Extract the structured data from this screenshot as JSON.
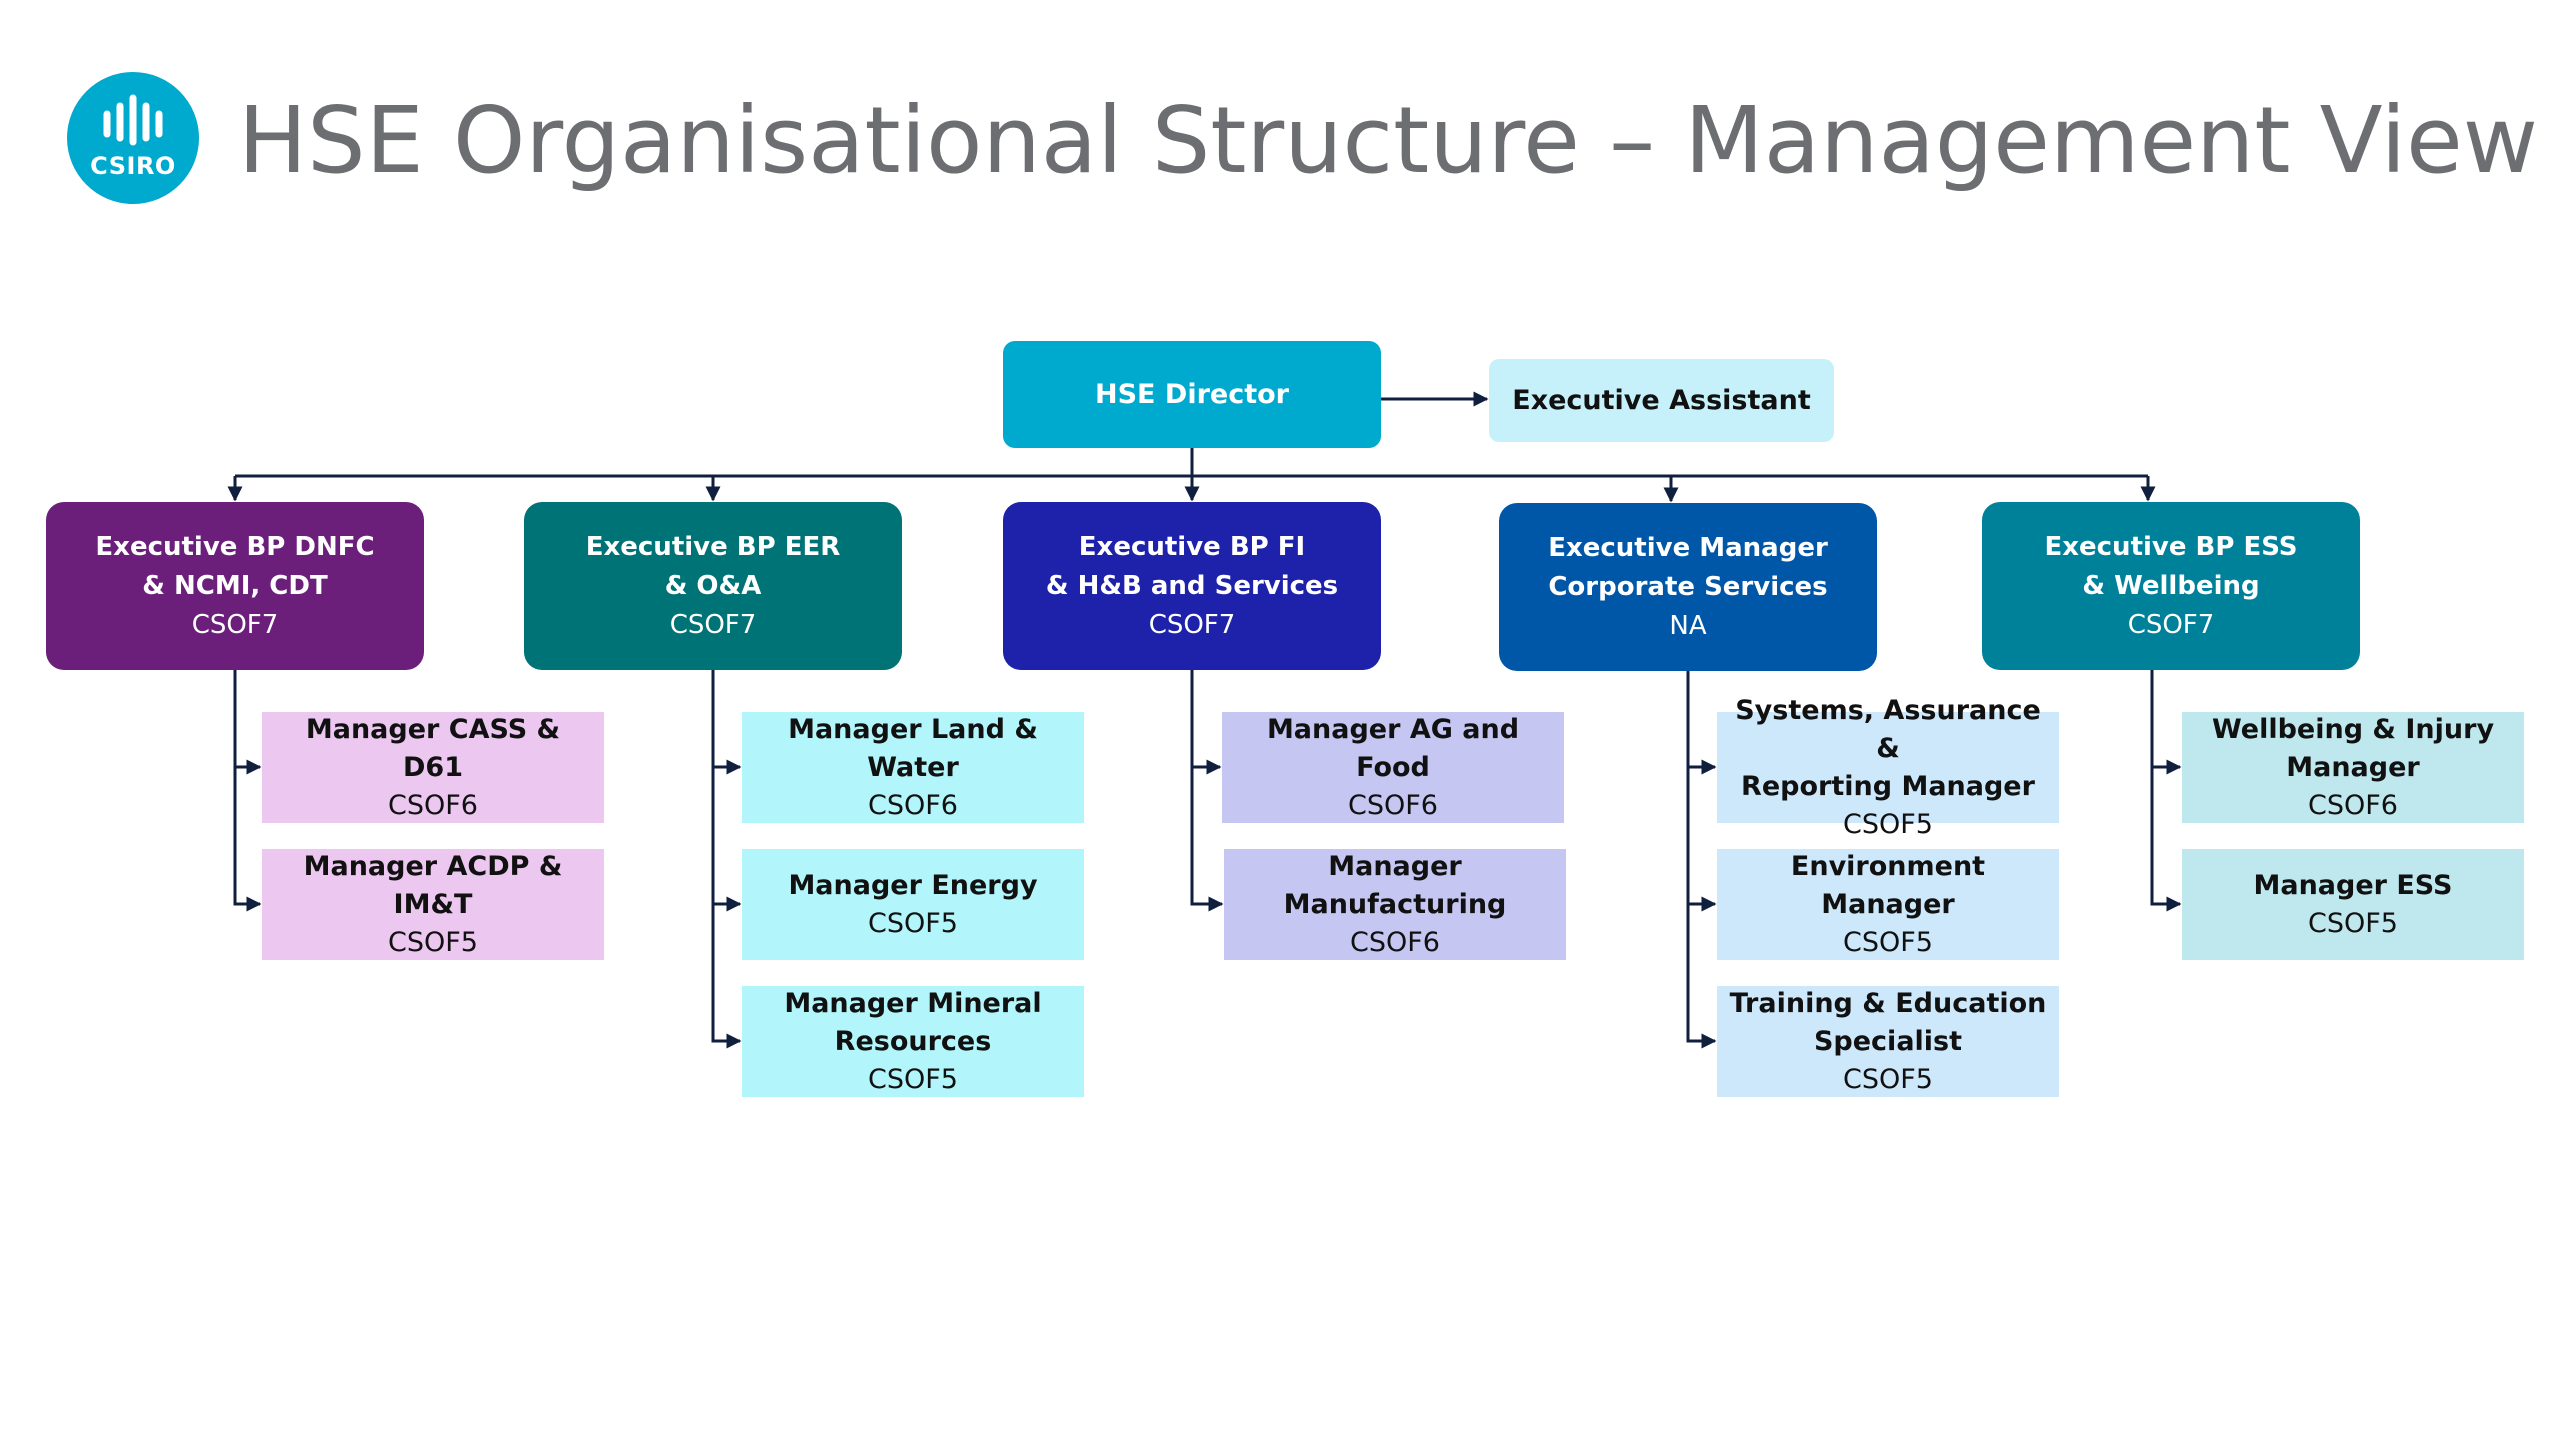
{
  "header": {
    "logo_text": "CSIRO",
    "title": "HSE Organisational Structure – Management View"
  },
  "director": {
    "name": "HSE Director"
  },
  "assistant": {
    "name": "Executive Assistant"
  },
  "colors": {
    "title": "#6d6e71",
    "logo": "#00a9ce",
    "connector": "#0f1f3d",
    "director": "#00a9ce",
    "assistant": "#c6f1fb",
    "exec_dnfc": "#6b1f7b",
    "exec_eer": "#007377",
    "exec_fi": "#1e22aa",
    "exec_corporate": "#0057a8",
    "exec_ess": "#00819a",
    "sub_dnfc": "#ecc7f0",
    "sub_eer": "#b2f6fb",
    "sub_fi": "#c5c7f2",
    "sub_corporate": "#cde8fb",
    "sub_ess": "#bfe8ee"
  },
  "executives": [
    {
      "name_lines": [
        "Executive BP DNFC",
        "& NCMI, CDT"
      ],
      "grade": "CSOF7",
      "reports": [
        {
          "name_lines": [
            "Manager CASS & D61"
          ],
          "grade": "CSOF6"
        },
        {
          "name_lines": [
            "Manager ACDP & IM&T"
          ],
          "grade": "CSOF5"
        }
      ]
    },
    {
      "name_lines": [
        "Executive BP EER",
        "& O&A"
      ],
      "grade": "CSOF7",
      "reports": [
        {
          "name_lines": [
            "Manager Land & Water"
          ],
          "grade": "CSOF6"
        },
        {
          "name_lines": [
            "Manager Energy"
          ],
          "grade": "CSOF5"
        },
        {
          "name_lines": [
            "Manager Mineral",
            "Resources"
          ],
          "grade": "CSOF5"
        }
      ]
    },
    {
      "name_lines": [
        "Executive BP FI",
        "& H&B and Services"
      ],
      "grade": "CSOF7",
      "reports": [
        {
          "name_lines": [
            "Manager AG and Food"
          ],
          "grade": "CSOF6"
        },
        {
          "name_lines": [
            "Manager Manufacturing"
          ],
          "grade": "CSOF6"
        }
      ]
    },
    {
      "name_lines": [
        "Executive Manager",
        "Corporate Services"
      ],
      "grade": "NA",
      "reports": [
        {
          "name_lines": [
            "Systems, Assurance &",
            "Reporting Manager"
          ],
          "grade": "CSOF5"
        },
        {
          "name_lines": [
            "Environment Manager"
          ],
          "grade": "CSOF5"
        },
        {
          "name_lines": [
            "Training & Education",
            "Specialist"
          ],
          "grade": "CSOF5"
        }
      ]
    },
    {
      "name_lines": [
        "Executive BP ESS",
        "& Wellbeing"
      ],
      "grade": "CSOF7",
      "reports": [
        {
          "name_lines": [
            "Wellbeing & Injury",
            "Manager"
          ],
          "grade": "CSOF6"
        },
        {
          "name_lines": [
            "Manager ESS"
          ],
          "grade": "CSOF5"
        }
      ]
    }
  ]
}
